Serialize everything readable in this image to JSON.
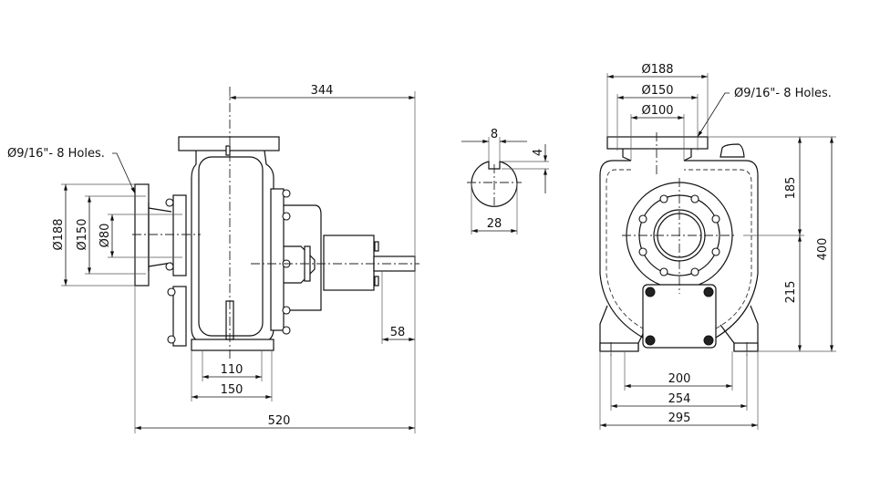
{
  "side_view": {
    "dim_overall_height_to_shaft": "344",
    "dim_overall_length": "520",
    "dim_base_inner": "110",
    "dim_base_outer": "150",
    "dim_shaft_length": "58",
    "dim_suction_flange_od": "Ø188",
    "dim_suction_flange_pcd": "Ø150",
    "dim_suction_bore": "Ø80",
    "holes_note": "Ø9/16\"- 8 Holes."
  },
  "shaft_detail": {
    "dim_key_width": "8",
    "dim_key_depth": "4",
    "dim_shaft_diameter": "28"
  },
  "front_view": {
    "dim_flange_od": "Ø188",
    "dim_flange_pcd": "Ø150",
    "dim_flange_bore": "Ø100",
    "holes_note": "Ø9/16\"- 8 Holes.",
    "dim_upper_height": "185",
    "dim_lower_height": "215",
    "dim_total_height": "400",
    "dim_feet_inner": "200",
    "dim_feet_bolt_spacing": "254",
    "dim_feet_outer": "295"
  }
}
